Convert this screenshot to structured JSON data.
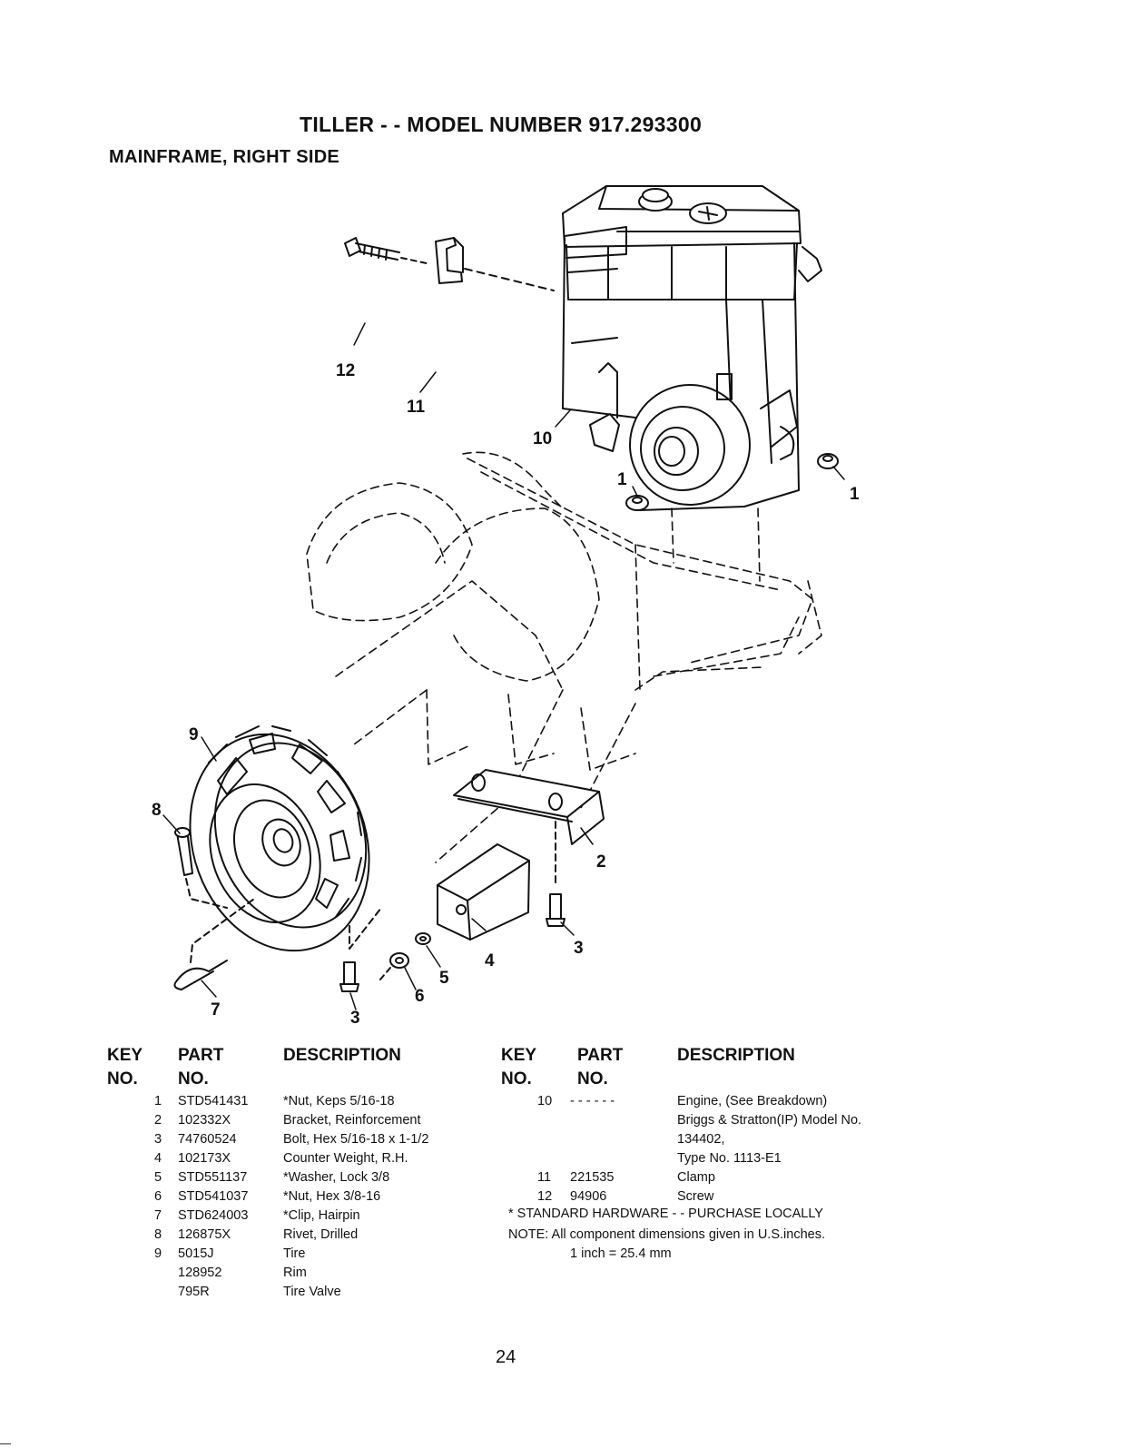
{
  "page": {
    "title": "TILLER - - MODEL NUMBER 917.293300",
    "subtitle": "MAINFRAME, RIGHT SIDE",
    "page_number": "24"
  },
  "diagram": {
    "callouts": [
      "12",
      "11",
      "10",
      "1",
      "1",
      "9",
      "8",
      "2",
      "3",
      "4",
      "5",
      "6",
      "7",
      "3"
    ]
  },
  "parts_table": {
    "headers": {
      "key": "KEY",
      "no1": "NO.",
      "part": "PART",
      "no2": "NO.",
      "description": "DESCRIPTION"
    },
    "left_rows": [
      {
        "key": "1",
        "part": "STD541431",
        "description": "*Nut, Keps 5/16-18"
      },
      {
        "key": "2",
        "part": "102332X",
        "description": "Bracket, Reinforcement"
      },
      {
        "key": "3",
        "part": "74760524",
        "description": "Bolt, Hex 5/16-18 x 1-1/2"
      },
      {
        "key": "4",
        "part": "102173X",
        "description": "Counter Weight, R.H."
      },
      {
        "key": "5",
        "part": "STD551137",
        "description": "*Washer, Lock 3/8"
      },
      {
        "key": "6",
        "part": "STD541037",
        "description": "*Nut, Hex 3/8-16"
      },
      {
        "key": "7",
        "part": "STD624003",
        "description": "*Clip, Hairpin"
      },
      {
        "key": "8",
        "part": "126875X",
        "description": "Rivet, Drilled"
      },
      {
        "key": "9",
        "part": "5015J",
        "description": "Tire"
      },
      {
        "key": "",
        "part": "128952",
        "description": "Rim"
      },
      {
        "key": "",
        "part": "795R",
        "description": "Tire Valve"
      }
    ],
    "right_rows": [
      {
        "key": "10",
        "part": "- - - - - -",
        "description": "Engine, (See Breakdown)"
      },
      {
        "key": "",
        "part": "",
        "description": "Briggs & Stratton(IP) Model No."
      },
      {
        "key": "",
        "part": "",
        "description": "134402,"
      },
      {
        "key": "",
        "part": "",
        "description": "Type No. 1113-E1"
      },
      {
        "key": "11",
        "part": "221535",
        "description": "Clamp"
      },
      {
        "key": "12",
        "part": "94906",
        "description": "Screw"
      }
    ]
  },
  "notes": {
    "standard_hardware": "* STANDARD HARDWARE - - PURCHASE LOCALLY",
    "note_line1": "NOTE:  All component dimensions given in U.S.inches.",
    "note_line2": "1 inch = 25.4 mm"
  }
}
